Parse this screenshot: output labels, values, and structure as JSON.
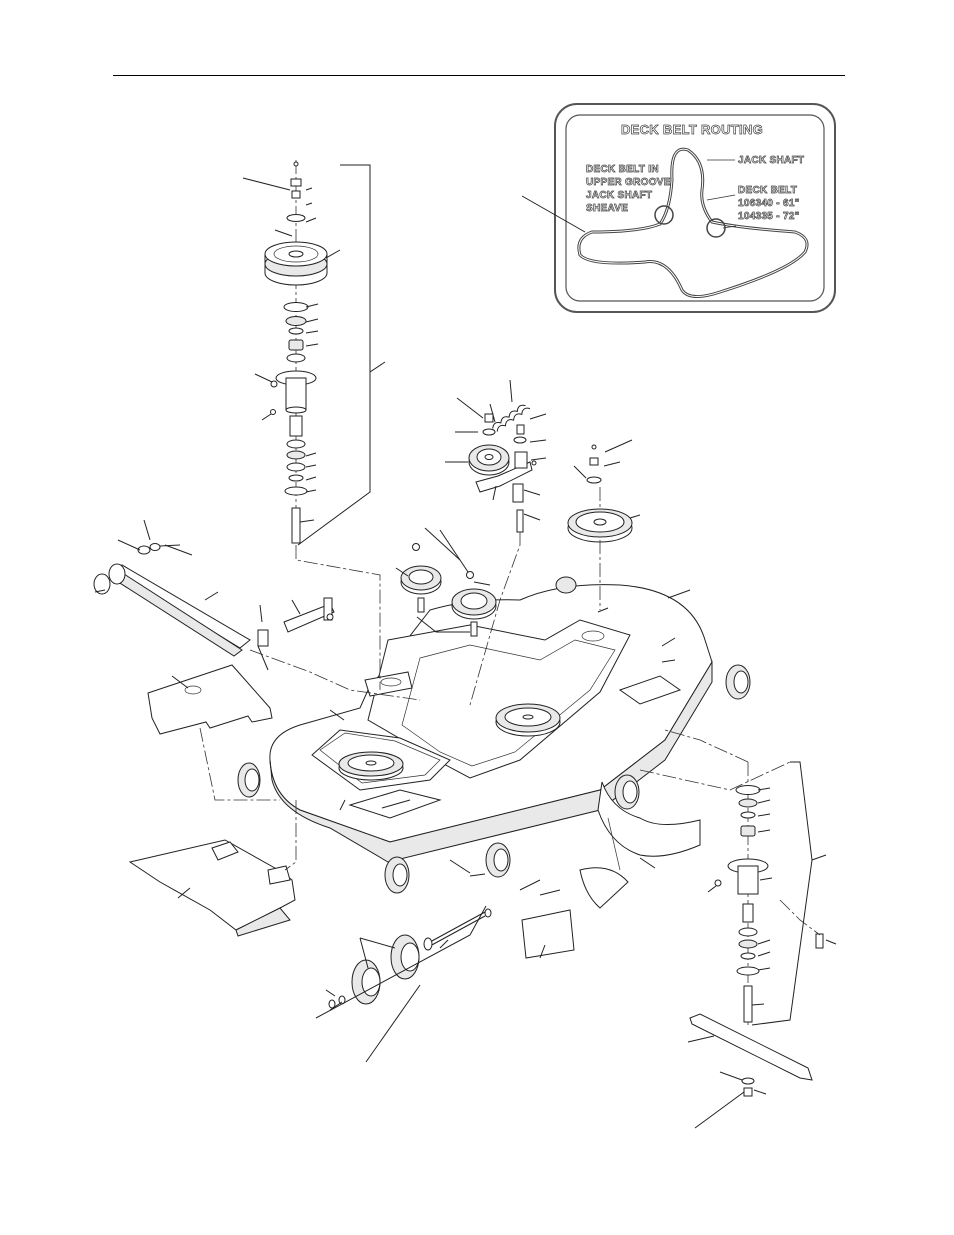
{
  "routing_decal": {
    "title": "DECK BELT ROUTING",
    "left_label_lines": [
      "DECK BELT IN",
      "UPPER GROOVE",
      "JACK SHAFT",
      "SHEAVE"
    ],
    "jack_shaft_label": "JACK SHAFT",
    "deck_belt_label_lines": [
      "DECK BELT",
      "106340 - 61\"",
      "104335 - 72\""
    ]
  },
  "colors": {
    "line": "#222222",
    "decal_border": "#555555",
    "background": "#ffffff"
  }
}
